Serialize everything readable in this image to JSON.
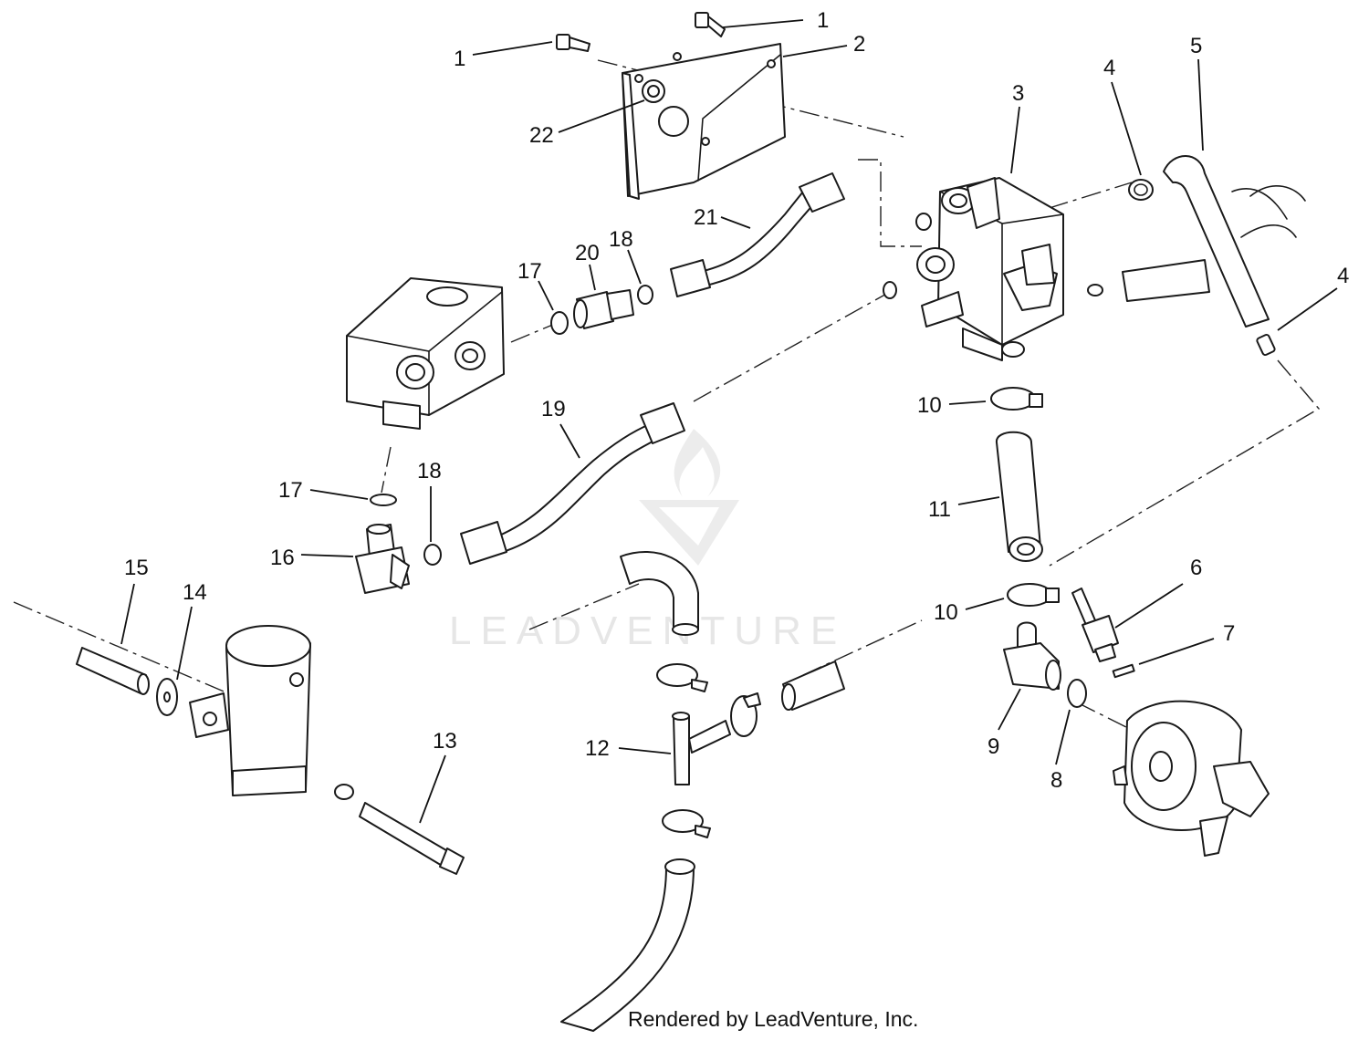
{
  "diagram": {
    "callouts": [
      "1",
      "1",
      "2",
      "22",
      "3",
      "4",
      "5",
      "4",
      "21",
      "20",
      "18",
      "17",
      "19",
      "17",
      "18",
      "16",
      "15",
      "14",
      "13",
      "12",
      "10",
      "11",
      "10",
      "6",
      "7",
      "9",
      "8"
    ],
    "watermark": "LEADVENTURE",
    "footer": "Rendered by LeadVenture, Inc."
  }
}
